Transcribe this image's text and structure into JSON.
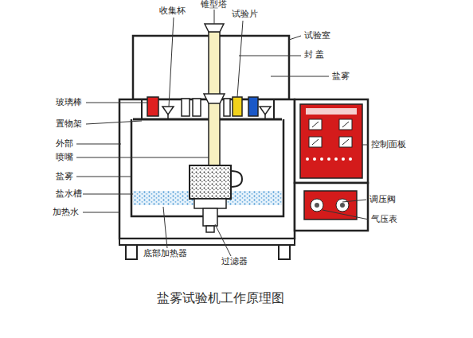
{
  "diagram": {
    "caption": "盐雾试验机工作原理图",
    "labels": [
      "收集杯",
      "锥型塔",
      "试验片",
      "试验室",
      "封 盖",
      "盐雾",
      "玻璃棒",
      "置物架",
      "外部",
      "喷嘴",
      "盐雾",
      "盐水槽",
      "加热水",
      "控制面板",
      "调压阀",
      "气压表",
      "底部加热器",
      "过滤器"
    ]
  }
}
